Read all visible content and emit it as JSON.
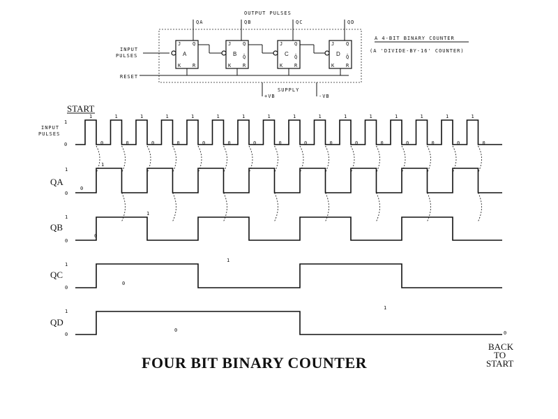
{
  "circuit": {
    "output_pulses": "OUTPUT PULSES",
    "outputs": [
      "QA",
      "QB",
      "QC",
      "QD"
    ],
    "flipflops": [
      "A",
      "B",
      "C",
      "D"
    ],
    "pin_j": "J",
    "pin_k": "K",
    "pin_q": "Q",
    "pin_qbar": "Q̄",
    "pin_r": "R",
    "input_label_1": "INPUT",
    "input_label_2": "PULSES",
    "reset": "RESET",
    "supply": "SUPPLY",
    "vplus": "+VB",
    "vminus": "-VB",
    "caption_1": "A 4-BIT BINARY COUNTER",
    "caption_2": "(A 'DIVIDE-BY-16' COUNTER)"
  },
  "timing": {
    "start": "START",
    "rows": [
      {
        "label_1": "INPUT",
        "label_2": "PULSES",
        "hi": "1",
        "lo": "0"
      },
      {
        "label_1": "QA",
        "hi": "1",
        "lo": "0"
      },
      {
        "label_1": "QB",
        "hi": "1",
        "lo": "0"
      },
      {
        "label_1": "QC",
        "hi": "1",
        "lo": "0"
      },
      {
        "label_1": "QD",
        "hi": "1",
        "lo": "0"
      }
    ],
    "level_one": "1",
    "level_zero": "0",
    "back_1": "BACK",
    "back_2": "TO",
    "back_3": "START"
  },
  "title": "FOUR BIT BINARY COUNTER"
}
